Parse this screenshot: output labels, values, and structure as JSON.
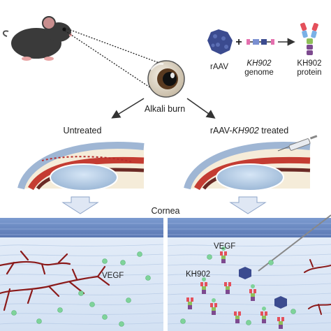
{
  "top": {
    "alkali_burn_label": "Alkali burn",
    "raav_label": "rAAV",
    "plus_sign": "+",
    "genome_italic": "KH902",
    "genome_word": "genome",
    "protein_line1": "KH902",
    "protein_line2": "protein"
  },
  "eyes": {
    "untreated_label": "Untreated",
    "treated_prefix": "rAAV-",
    "treated_italic": "KH902",
    "treated_suffix": " treated"
  },
  "cornea": {
    "title": "Cornea",
    "left_vegf": "VEGF",
    "right_vegf": "VEGF",
    "right_kh902": "KH902"
  },
  "colors": {
    "epithelium": "#6e8fc7",
    "stroma": "#dfe9f6",
    "vessel": "#8b1a1a",
    "vegf": "#7fd39a",
    "raav": "#3b4b8f",
    "arrow_fill": "#dfe7f4"
  }
}
